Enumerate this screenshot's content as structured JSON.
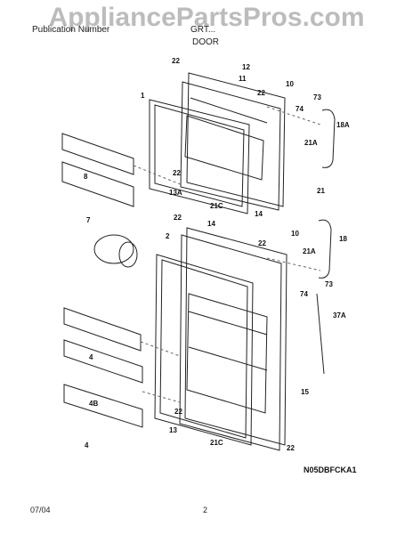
{
  "watermark": "AppliancePartsPros.com",
  "header": {
    "left": "Publication Number",
    "right": "GRT...",
    "subtitle": "DOOR"
  },
  "footer": {
    "date": "07/04",
    "page": "2"
  },
  "diagram_code": "N05DBFCKA1",
  "callouts": [
    "22",
    "12",
    "11",
    "1",
    "10",
    "22",
    "73",
    "74",
    "18A",
    "21A",
    "8",
    "22",
    "13A",
    "21C",
    "21",
    "14",
    "22",
    "14",
    "7",
    "2",
    "10",
    "22",
    "18",
    "21A",
    "73",
    "74",
    "37A",
    "4",
    "4B",
    "4",
    "15",
    "22",
    "13",
    "21C",
    "22"
  ]
}
